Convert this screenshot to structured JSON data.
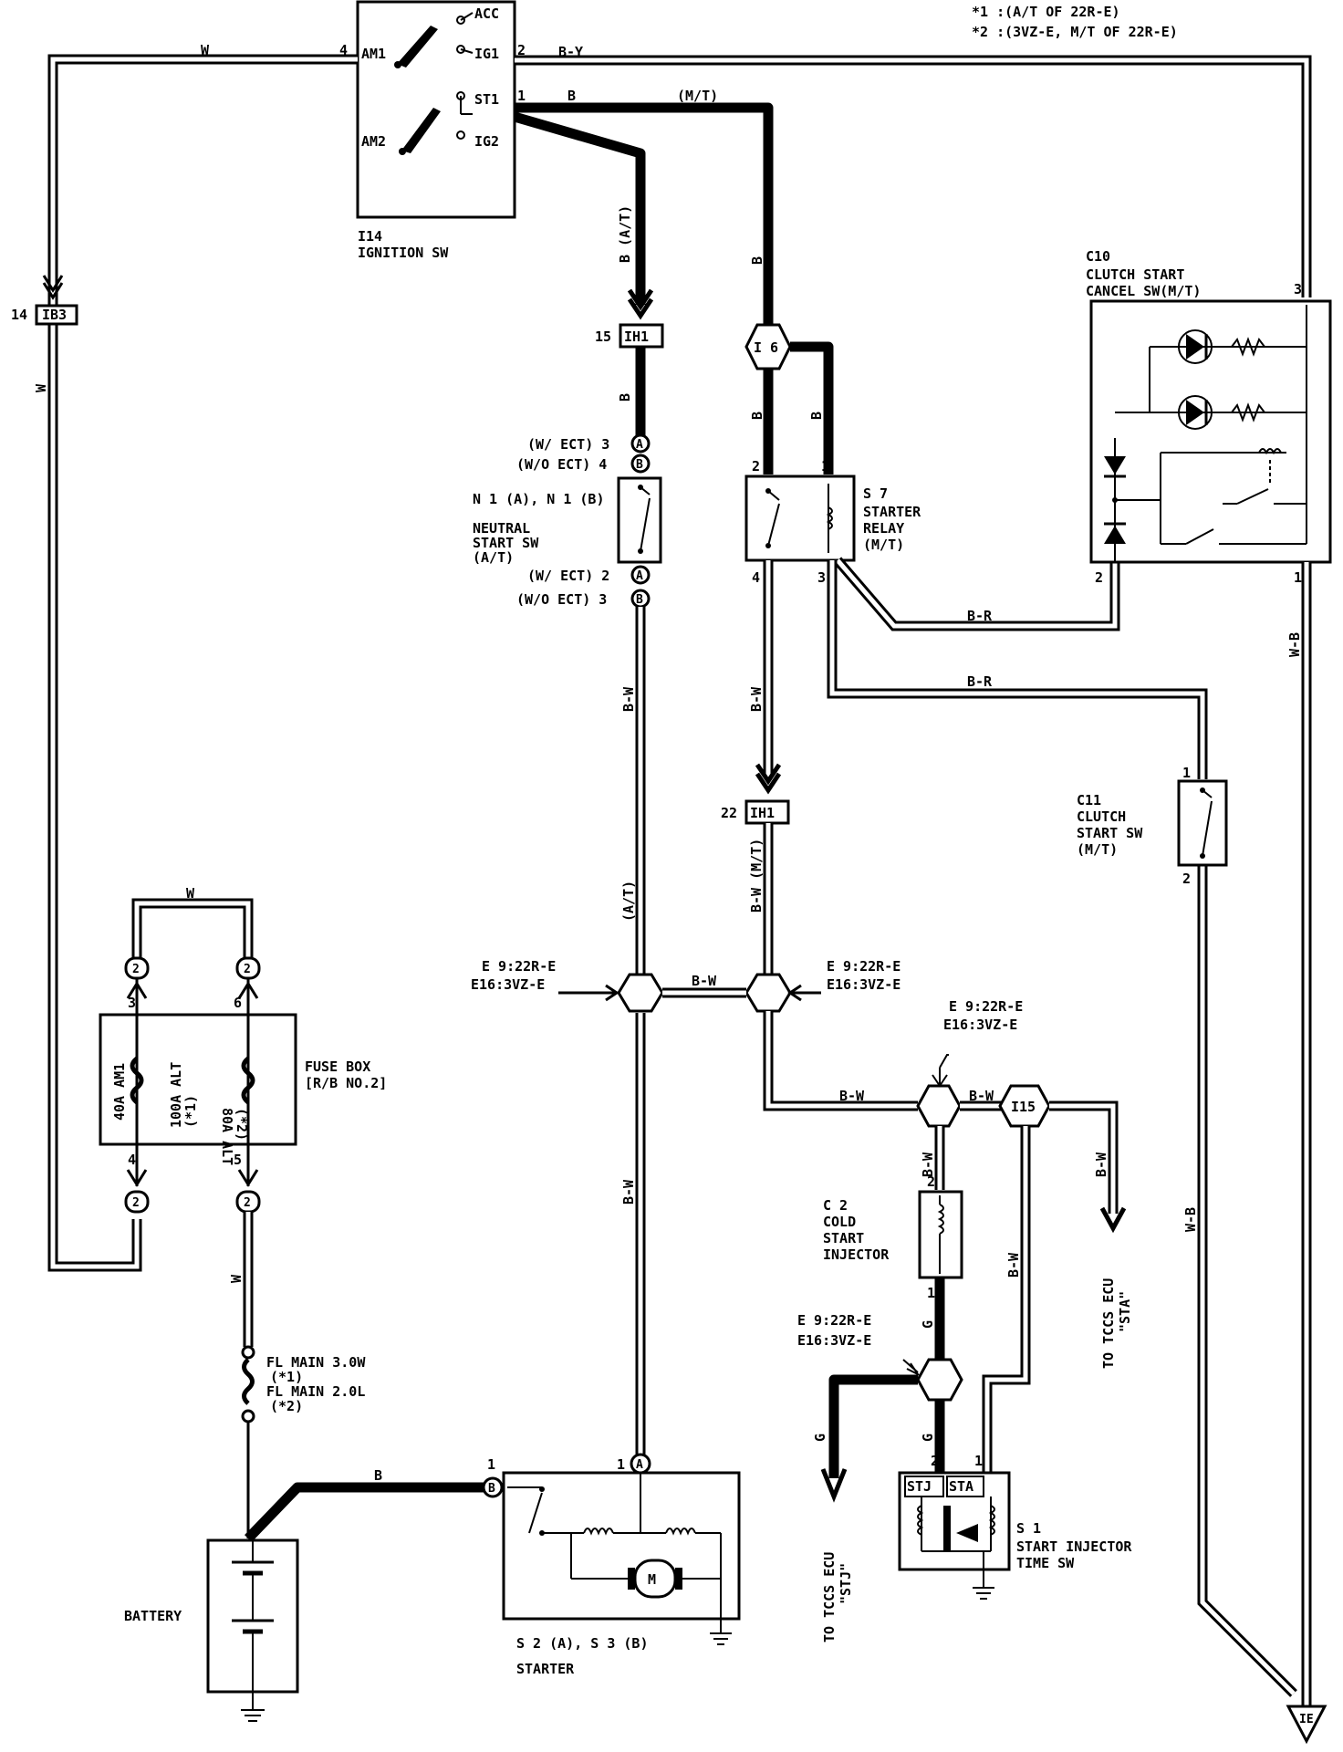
{
  "notes": {
    "note1": "*1 :(A/T OF 22R-E)",
    "note2": "*2 :(3VZ-E, M/T OF 22R-E)"
  },
  "ignition_switch": {
    "id": "I14",
    "name": "IGNITION SW",
    "terminals": [
      "ACC",
      "AM1",
      "IG1",
      "ST1",
      "AM2",
      "IG2"
    ],
    "pin_am1": "4",
    "pin_ig1": "2",
    "pin_st1": "1"
  },
  "wires": {
    "w": "W",
    "by": "B-Y",
    "b": "B",
    "mt": "(M/T)",
    "b_at": "B (A/T)",
    "bw": "B-W",
    "br": "B-R",
    "wb": "W-B",
    "g": "G",
    "at": "(A/T)",
    "bw_mt": "B-W (M/T)"
  },
  "connectors": {
    "ib3": "IB3",
    "ib3_pin": "14",
    "ih1": "IH1",
    "ih1_pin15": "15",
    "ih1_pin22": "22",
    "i6": "I 6",
    "i15": "I15",
    "ie": "IE"
  },
  "neutral_start_sw": {
    "id": "N 1 (A), N 1 (B)",
    "name1": "NEUTRAL",
    "name2": "START SW",
    "name3": "(A/T)",
    "w_ect3": "(W/ ECT) 3",
    "wo_ect4": "(W/O ECT) 4",
    "w_ect2": "(W/ ECT) 2",
    "wo_ect3": "(W/O ECT) 3"
  },
  "starter_relay": {
    "id": "S 7",
    "name1": "STARTER",
    "name2": "RELAY",
    "name3": "(M/T)",
    "pins": [
      "2",
      "1",
      "4",
      "3"
    ]
  },
  "clutch_start_cancel": {
    "id": "C10",
    "name1": "CLUTCH START",
    "name2": "CANCEL SW(M/T)",
    "pin3": "3",
    "pin2": "2",
    "pin1": "1"
  },
  "clutch_start_sw": {
    "id": "C11",
    "name1": "CLUTCH",
    "name2": "START SW",
    "name3": "(M/T)",
    "pin1": "1",
    "pin2": "2"
  },
  "fuse_box": {
    "name1": "FUSE BOX",
    "name2": "[R/B NO.2]",
    "fuse1": "40A AM1",
    "fuse2a": "100A ALT",
    "fuse2b": "(*1)",
    "fuse2c": "80A ALT",
    "fuse2d": "(*2)",
    "pins": [
      "3",
      "6",
      "4",
      "5"
    ],
    "conn": "2"
  },
  "splices": {
    "e9": "E 9:22R-E",
    "e16": "E16:3VZ-E"
  },
  "fl_main": {
    "line1": "FL MAIN 3.0W",
    "line2": "(*1)",
    "line3": "FL MAIN 2.0L",
    "line4": "(*2)"
  },
  "cold_start_injector": {
    "id": "C 2",
    "name1": "COLD",
    "name2": "START",
    "name3": "INJECTOR",
    "pin2": "2",
    "pin1": "1"
  },
  "start_injector_time_sw": {
    "id": "S 1",
    "name1": "START INJECTOR",
    "name2": "TIME SW",
    "stj": "STJ",
    "sta": "STA",
    "pin2": "2",
    "pin1": "1"
  },
  "starter": {
    "id": "S 2 (A), S 3 (B)",
    "name": "STARTER",
    "pin1a": "1",
    "pin1b": "1",
    "motor": "M"
  },
  "battery": {
    "name": "BATTERY"
  },
  "ecu": {
    "sta1": "TO TCCS ECU",
    "sta2": "\"STA\"",
    "stj1": "TO TCCS ECU",
    "stj2": "\"STJ\""
  },
  "misc": {
    "a": "A",
    "b": "B"
  }
}
